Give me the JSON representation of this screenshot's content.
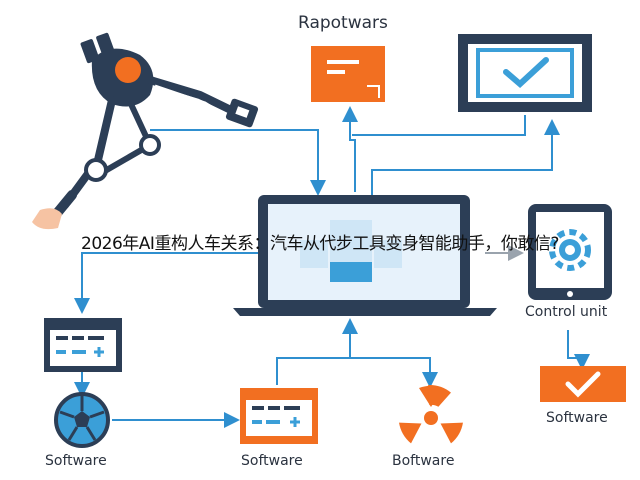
{
  "headline": "2026年AI重构人车关系：汽车从代步工具变身智能助手，你敢信?",
  "labels": {
    "top_box": "Rapotwars",
    "control_unit": "Control unit",
    "software_right": "Software",
    "software_left": "Software",
    "software_center": "Software",
    "boftware": "Boftware"
  },
  "colors": {
    "orange": "#f26f21",
    "navy": "#2c3e56",
    "blue": "#3b9fd8",
    "light_blue": "#cfe6f6",
    "arrow": "#2f8fcf",
    "gray": "#9aa3ad"
  },
  "icons": [
    "robot-arm-icon",
    "orange-doc-icon",
    "check-monitor-icon",
    "laptop-icon",
    "control-unit-tablet-icon",
    "gear-icon",
    "orange-check-icon",
    "window-panel-icon",
    "soccer-ball-icon",
    "orange-panel-icon",
    "radiation-icon"
  ]
}
